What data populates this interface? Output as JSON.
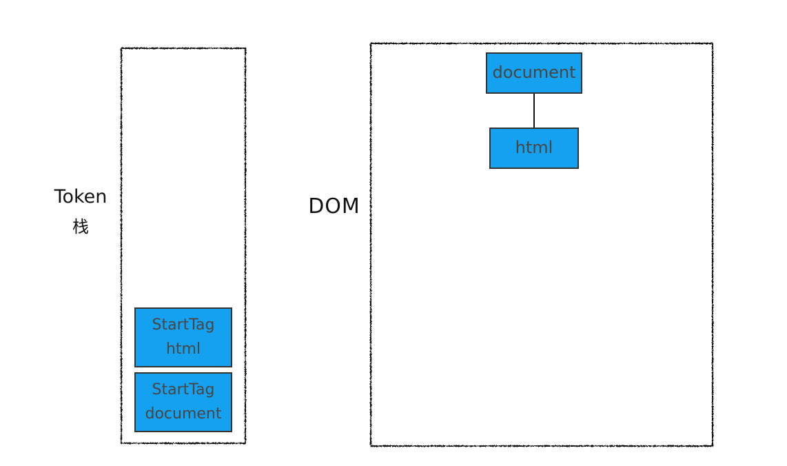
{
  "diagram": {
    "token_panel": {
      "label_line1": "Token",
      "label_line2": "栈",
      "stack": [
        {
          "line1": "StartTag",
          "line2": "html"
        },
        {
          "line1": "StartTag",
          "line2": "document"
        }
      ]
    },
    "dom_panel": {
      "label": "DOM",
      "root_node": "document",
      "child_node": "html"
    },
    "colors": {
      "node_fill": "#14a1f0",
      "node_border": "#333333",
      "node_text": "#4a4542",
      "outline": "#111111",
      "background": "#ffffff"
    }
  }
}
